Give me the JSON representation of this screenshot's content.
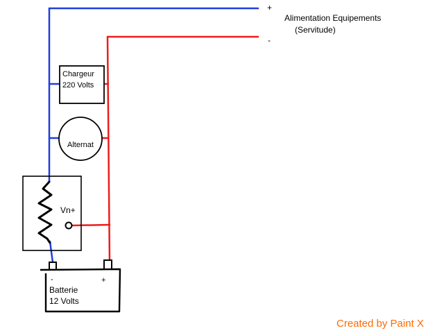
{
  "wire_colors": {
    "positive": "#1f3ee0",
    "negative": "#ee1c1c",
    "outline": "#000000"
  },
  "supply": {
    "plus_sign": "+",
    "minus_sign": "-",
    "label_line1": "Alimentation Equipements",
    "label_line2": "(Servitude)"
  },
  "charger": {
    "line1": "Chargeur",
    "line2": "220 Volts"
  },
  "alternator": {
    "label": "Alternat"
  },
  "regulator": {
    "terminal_label": "Vn+"
  },
  "battery": {
    "minus_sign": "-",
    "plus_sign": "+",
    "line1": "Batterie",
    "line2": "12 Volts"
  },
  "watermark": {
    "text": "Created by Paint X",
    "color": "#ff6a00"
  }
}
